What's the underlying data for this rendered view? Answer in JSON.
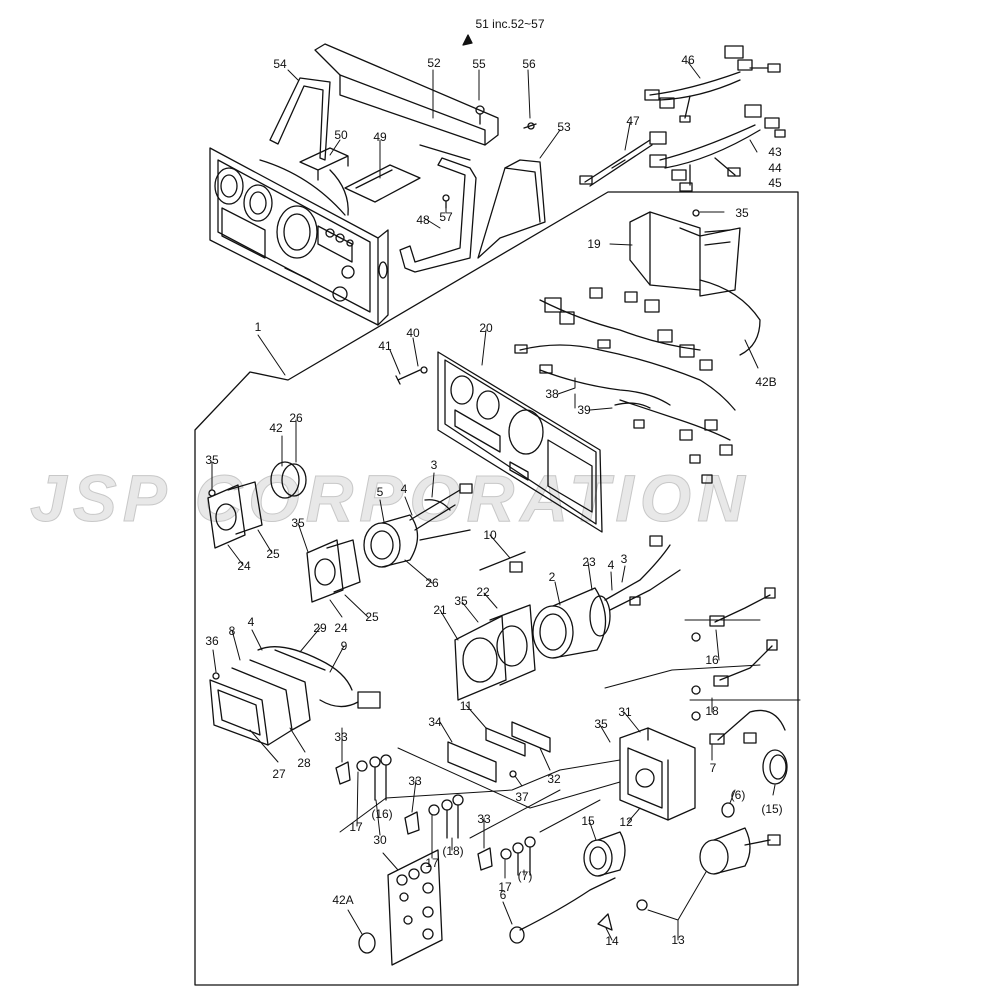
{
  "watermark": "JSP CORPORATION",
  "heading": "51 inc.52~57",
  "labels": {
    "l1": "1",
    "l2": "2",
    "l3a": "3",
    "l3b": "3",
    "l4a": "4",
    "l4b": "4",
    "l4c": "4",
    "l5": "5",
    "l6a": "6",
    "l6b": "(6)",
    "l7a": "7",
    "l7b": "(7)",
    "l8": "8",
    "l9": "9",
    "l10": "10",
    "l11": "11",
    "l12": "12",
    "l13": "13",
    "l14": "14",
    "l15a": "15",
    "l15b": "(15)",
    "l16a": "16",
    "l16b": "(16)",
    "l17a": "17",
    "l17b": "17",
    "l17c": "17",
    "l18a": "18",
    "l18b": "(18)",
    "l19": "19",
    "l20": "20",
    "l21": "21",
    "l22": "22",
    "l23": "23",
    "l24a": "24",
    "l24b": "24",
    "l25a": "25",
    "l25b": "25",
    "l26a": "26",
    "l26b": "26",
    "l27": "27",
    "l28": "28",
    "l29": "29",
    "l30": "30",
    "l31": "31",
    "l32": "32",
    "l33a": "33",
    "l33b": "33",
    "l33c": "33",
    "l34": "34",
    "l35a": "35",
    "l35b": "35",
    "l35c": "35",
    "l35d": "35",
    "l35e": "35",
    "l36": "36",
    "l37": "37",
    "l38": "38",
    "l39": "39",
    "l40": "40",
    "l41": "41",
    "l42a": "42",
    "l42A": "42A",
    "l42B": "42B",
    "l43": "43",
    "l44": "44",
    "l45": "45",
    "l46": "46",
    "l47": "47",
    "l48": "48",
    "l49": "49",
    "l50": "50",
    "l52": "52",
    "l53": "53",
    "l54": "54",
    "l55": "55",
    "l56": "56",
    "l57": "57"
  }
}
